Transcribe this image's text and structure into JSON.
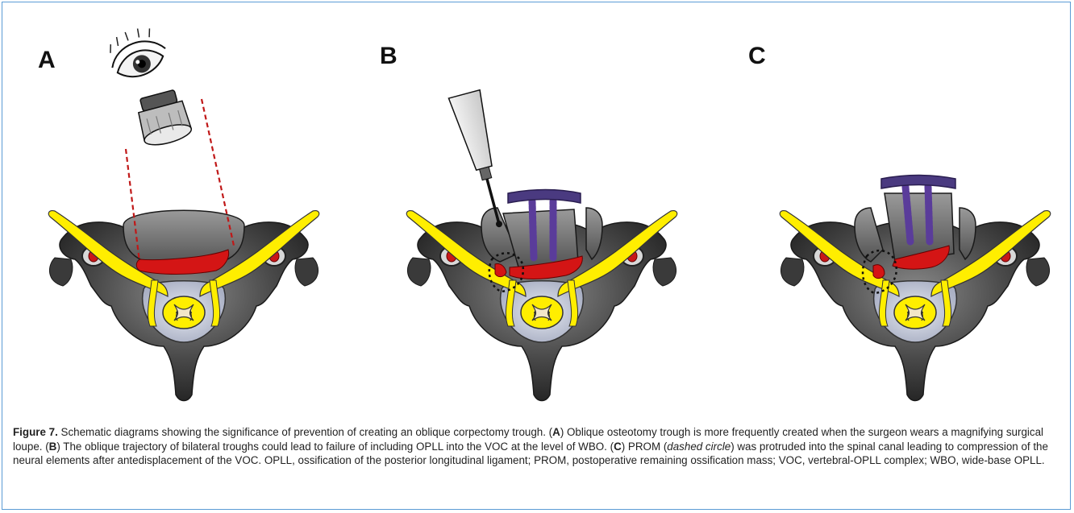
{
  "panels": [
    {
      "letter": "A"
    },
    {
      "letter": "B"
    },
    {
      "letter": "C"
    }
  ],
  "caption": {
    "figure_label": "Figure 7.",
    "s1": " Schematic diagrams showing the significance of prevention of creating an oblique corpectomy trough. (",
    "a": "A",
    "s2": ") Oblique osteotomy trough is more frequently created when the surgeon wears a magnifying surgical loupe. (",
    "b": "B",
    "s3": ") The oblique trajectory of bilateral troughs could lead to failure of including OPLL into the VOC at the level of WBO. (",
    "c": "C",
    "s4": ") PROM (",
    "dashed": "dashed circle",
    "s5": ") was protruded into the spinal canal leading to compression of the neural elements after antedisplacement of the VOC. OPLL, ossification of the posterior longitudinal ligament; PROM, postoperative remaining ossification mass; VOC, vertebral-OPLL complex; WBO, wide-base OPLL."
  },
  "colors": {
    "bone_dark": "#2e2e2e",
    "bone_mid": "#7a7a7a",
    "nerve_yellow": "#ffee00",
    "ossification_red": "#d41515",
    "plate_purple": "#4a3a80",
    "frame_blue": "#5b9bd5"
  },
  "icons": [
    "eye-icon",
    "loupe-icon",
    "drill-icon",
    "screw-icon",
    "plate-icon"
  ]
}
